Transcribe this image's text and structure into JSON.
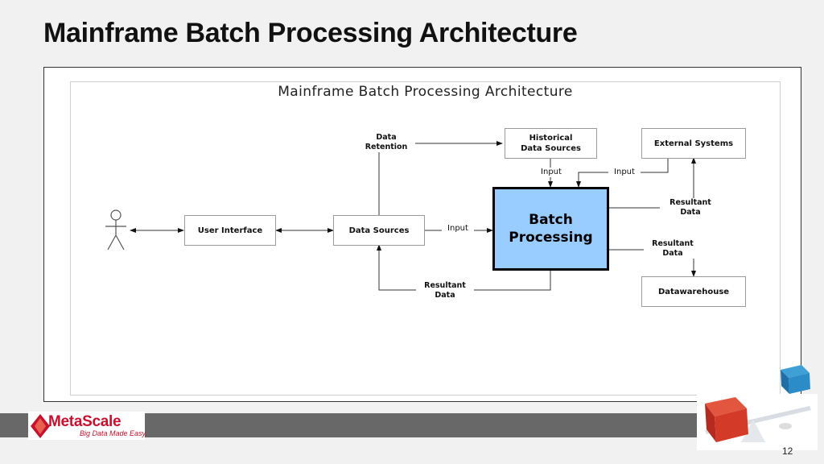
{
  "slide": {
    "title": "Mainframe Batch Processing Architecture",
    "page_number": "12"
  },
  "diagram": {
    "title": "Mainframe Batch Processing Architecture",
    "nodes": {
      "user_interface": "User Interface",
      "data_sources": "Data Sources",
      "historical_data_sources": "Historical\nData Sources",
      "external_systems": "External Systems",
      "batch_processing": "Batch\nProcessing",
      "datawarehouse": "Datawarehouse"
    },
    "edge_labels": {
      "data_retention": "Data\nRetention",
      "input_from_data_sources": "Input",
      "input_from_historical": "Input",
      "input_from_external": "Input",
      "resultant_to_external": "Resultant\nData",
      "resultant_to_datawarehouse": "Resultant\nData",
      "resultant_to_data_sources": "Resultant\nData"
    }
  },
  "branding": {
    "logo_name": "MetaScale",
    "logo_tagline": "Big Data Made Easy.",
    "accent_color": "#c8102e",
    "batch_box_color": "#99ccff"
  }
}
